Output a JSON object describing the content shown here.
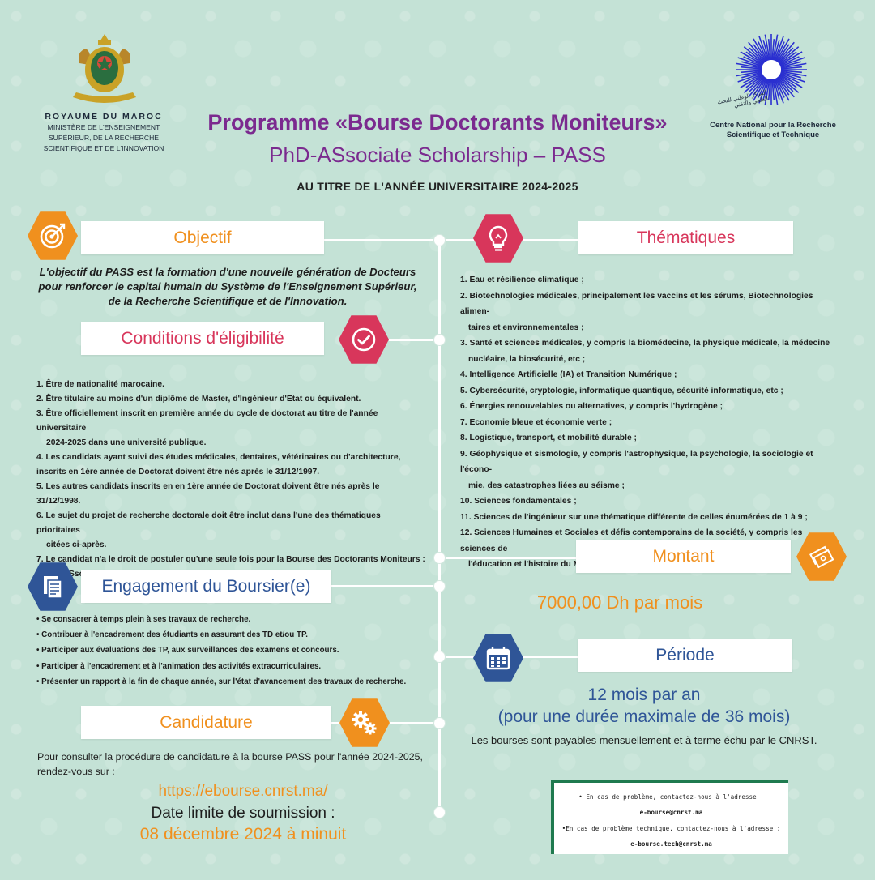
{
  "header": {
    "kingdom": "ROYAUME DU MAROC",
    "ministry_lines": [
      "MINISTÈRE DE L'ENSEIGNEMENT",
      "SUPÉRIEUR, DE LA RECHERCHE",
      "SCIENTIFIQUE ET DE L'INNOVATION"
    ],
    "title": "Programme «Bourse Doctorants Moniteurs»",
    "subtitle": "PhD-ASsociate Scholarship – PASS",
    "year": "AU TITRE DE L'ANNÉE UNIVERSITAIRE 2024-2025",
    "cnrst_arabic": "المركز الوطني للبحث العلمي والتقني",
    "cnrst_lines": [
      "Centre National pour la Recherche",
      "Scientifique et Technique"
    ]
  },
  "objectif": {
    "label": "Objectif",
    "text_lines": [
      "L'objectif du PASS est la formation d'une nouvelle génération de Docteurs",
      "pour renforcer le capital humain du Système de l'Enseignement Supérieur,",
      "de la Recherche Scientifique et de l'Innovation."
    ]
  },
  "conditions": {
    "label": "Conditions d'éligibilité",
    "lines": [
      "1. Être de nationalité marocaine.",
      "2. Être titulaire au moins d'un diplôme de Master, d'Ingénieur d'Etat ou équivalent.",
      "3. Être officiellement inscrit en première année du cycle de doctorat au titre de l'année universitaire",
      "2024-2025 dans une université publique.",
      "4. Les candidats ayant suivi des études médicales, dentaires, vétérinaires ou d'architecture,",
      "inscrits en 1ère année de Doctorat doivent être nés après le 31/12/1997.",
      "5. Les autres candidats inscrits en en 1ère année de Doctorat doivent être nés après le 31/12/1998.",
      "6. Le sujet du projet de recherche doctorale doit être inclut dans l'une des thématiques prioritaires",
      "citées ci-après.",
      "7.  Le candidat n'a le droit de postuler qu'une seule fois pour la Bourse des Doctorants Moniteurs :",
      "« PhD-ASsociate Scholarship – PASS »."
    ]
  },
  "engagement": {
    "label": "Engagement du Boursier(e)",
    "items": [
      "• Se consacrer à temps plein à ses travaux de recherche.",
      "• Contribuer à l'encadrement des étudiants en assurant des TD et/ou TP.",
      "• Participer aux évaluations des TP, aux surveillances des examens et concours.",
      "• Participer à l'encadrement et à l'animation des activités extracurriculaires.",
      "• Présenter un rapport à la fin de chaque année, sur l'état d'avancement des travaux de recherche."
    ]
  },
  "candidature": {
    "label": "Candidature",
    "text": "Pour consulter la procédure de candidature à la bourse PASS pour l'année 2024-2025, rendez-vous sur :",
    "url": "https://ebourse.cnrst.ma/",
    "deadline_label": "Date limite de soumission :",
    "deadline": "08 décembre 2024 à minuit"
  },
  "thematiques": {
    "label": "Thématiques",
    "lines": [
      "1. Eau et résilience climatique ;",
      "2. Biotechnologies médicales, principalement les vaccins et les sérums, Biotechnologies alimen-",
      "taires et environnementales ;",
      "3.  Santé et sciences médicales, y compris la biomédecine, la physique médicale, la médecine",
      "nucléaire, la biosécurité, etc ;",
      "4. Intelligence Artificielle (IA) et Transition Numérique ;",
      "5. Cybersécurité, cryptologie, informatique quantique, sécurité informatique, etc ;",
      "6. Énergies renouvelables ou alternatives, y compris l'hydrogène ;",
      "7. Economie bleue et économie verte ;",
      "8. Logistique, transport, et mobilité durable ;",
      "9.  Géophysique et sismologie, y compris l'astrophysique, la psychologie, la sociologie et l'écono-",
      "mie, des catastrophes liées au séisme ;",
      "10. Sciences fondamentales ;",
      "11. Sciences de l'ingénieur sur une thématique différente de celles énumérées de 1 à 9 ;",
      "12. Sciences Humaines et Sociales et défis contemporains de la société, y compris les sciences de",
      "l'éducation et l'histoire du Maroc et son intégrité territoriale."
    ]
  },
  "montant": {
    "label": "Montant",
    "value": "7000,00 Dh par mois"
  },
  "periode": {
    "label": "Période",
    "line1": "12 mois par an",
    "line2": "(pour une durée maximale de 36 mois)",
    "note": "Les bourses sont payables mensuellement et à terme échu par le CNRST."
  },
  "contact": {
    "line1": "• En cas de problème, contactez-nous à l'adresse :",
    "email1": "e-bourse@cnrst.ma",
    "line2": "•En cas de problème technique, contactez-nous à l'adresse :",
    "email2": "e-bourse.tech@cnrst.ma"
  },
  "colors": {
    "background": "#c4e2d6",
    "title_purple": "#7b2a8f",
    "orange": "#f0901e",
    "crimson": "#d8365b",
    "blue": "#2f5597",
    "green": "#1f7a4f"
  },
  "icons": [
    "royal-emblem",
    "cnrst-logo",
    "target-icon",
    "check-badge-icon",
    "document-icon",
    "gear-icon",
    "lightbulb-icon",
    "money-icon",
    "calendar-icon"
  ]
}
